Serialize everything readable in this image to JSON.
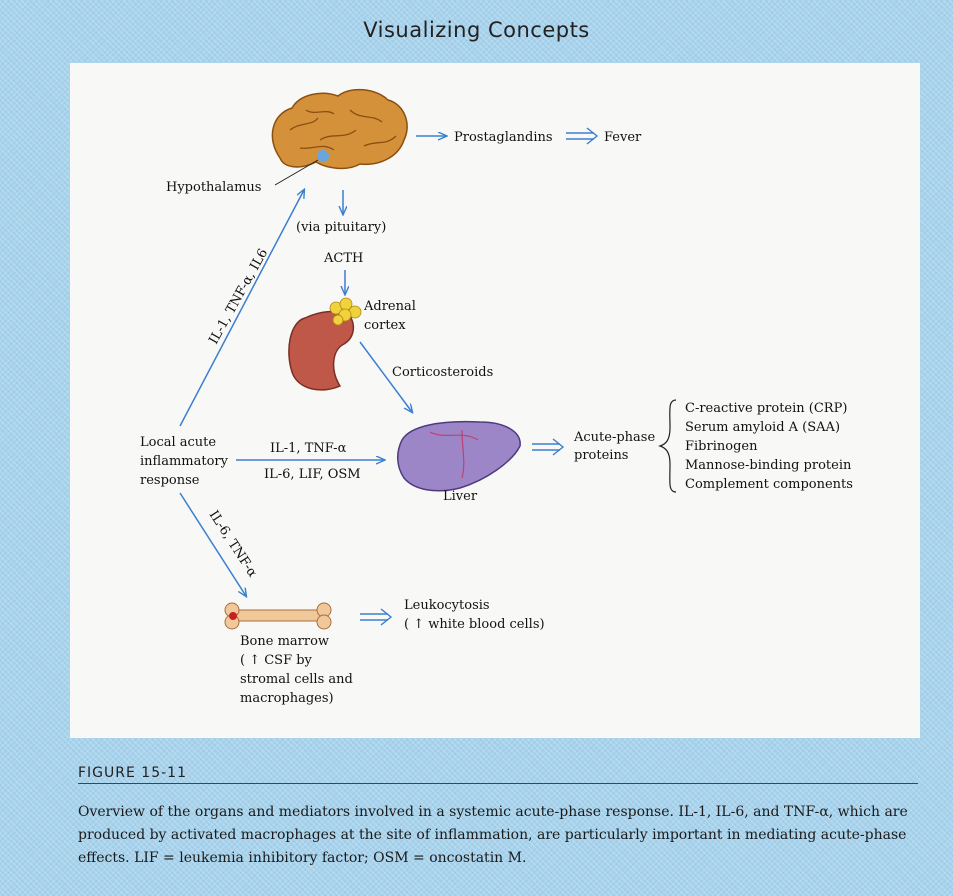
{
  "header": {
    "title": "Visualizing Concepts"
  },
  "diagram": {
    "hypothalamus": "Hypothalamus",
    "prostaglandins": "Prostaglandins",
    "fever": "Fever",
    "via_pituitary": "(via pituitary)",
    "acth": "ACTH",
    "adrenal_line1": "Adrenal",
    "adrenal_line2": "cortex",
    "corticosteroids": "Corticosteroids",
    "mediators_to_brain": "IL-1, TNF-α, IL6",
    "local_line1": "Local acute",
    "local_line2": "inflammatory",
    "local_line3": "response",
    "mediators_to_liver_top": "IL-1, TNF-α",
    "mediators_to_liver_bottom": "IL-6, LIF, OSM",
    "liver": "Liver",
    "acute_line1": "Acute-phase",
    "acute_line2": "proteins",
    "proteins": [
      "C-reactive protein (CRP)",
      "Serum amyloid A (SAA)",
      "Fibrinogen",
      "Mannose-binding protein",
      "Complement components"
    ],
    "mediators_to_marrow": "IL-6, TNF-α",
    "leukocytosis_line1": "Leukocytosis",
    "leukocytosis_line2": "( ↑  white blood cells)",
    "marrow_line1": "Bone marrow",
    "marrow_line2": "( ↑  CSF by",
    "marrow_line3": "stromal cells and",
    "marrow_line4": "macrophages)"
  },
  "figure": {
    "label": "FIGURE 15-11",
    "caption": "Overview of the organs and mediators involved in a systemic acute-phase response. IL-1, IL-6, and TNF-α, which are produced by activated macrophages at the site of inflammation, are particularly important in mediating acute-phase effects. LIF = leukemia inhibitory factor; OSM = oncostatin M."
  },
  "colors": {
    "arrow": "#3a7fd0",
    "brain": "#d4913a",
    "kidney": "#c0584a",
    "adrenal": "#f2d23c",
    "liver": "#9c86c8",
    "bone": "#f0c89a"
  }
}
